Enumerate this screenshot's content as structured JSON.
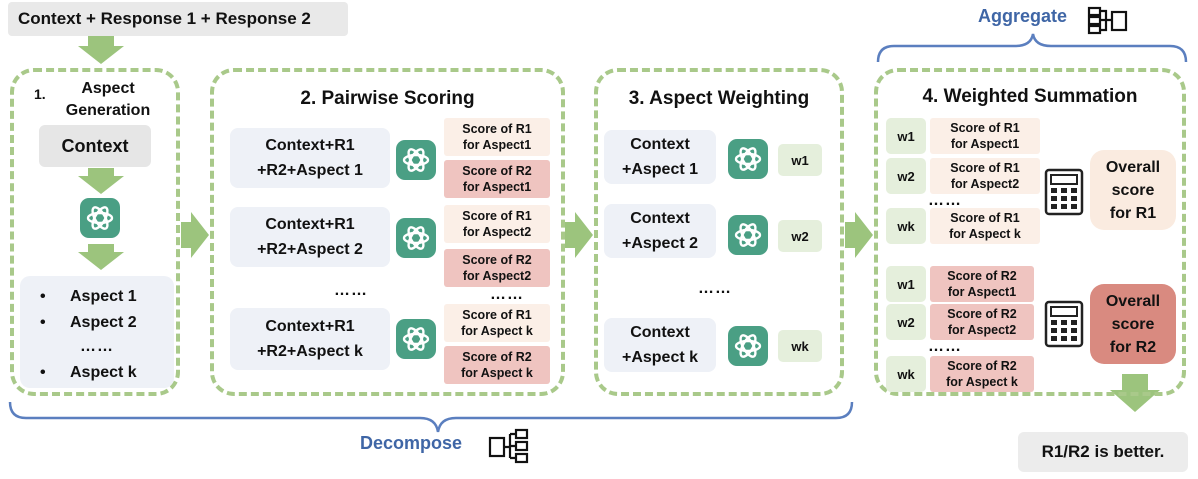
{
  "input_label": "Context + Response 1 + Response 2",
  "aggregate_label": "Aggregate",
  "decompose_label": "Decompose",
  "result_label": "R1/R2 is better.",
  "stage1": {
    "number": "1.",
    "title_line1": "Aspect",
    "title_line2": "Generation",
    "context_label": "Context",
    "aspects": [
      "Aspect 1",
      "Aspect 2",
      "Aspect k"
    ],
    "ellipsis": "……"
  },
  "stage2": {
    "title": "2. Pairwise Scoring",
    "rows": [
      {
        "line1": "Context+R1",
        "line2": "+R2+Aspect 1",
        "s1a": "Score of R1",
        "s1b": "for Aspect1",
        "s2a": "Score of R2",
        "s2b": "for Aspect1"
      },
      {
        "line1": "Context+R1",
        "line2": "+R2+Aspect 2",
        "s1a": "Score of R1",
        "s1b": "for Aspect2",
        "s2a": "Score of R2",
        "s2b": "for Aspect2"
      },
      {
        "line1": "Context+R1",
        "line2": "+R2+Aspect k",
        "s1a": "Score of R1",
        "s1b": "for Aspect k",
        "s2a": "Score of R2",
        "s2b": "for Aspect k"
      }
    ],
    "dots_left": "……",
    "dots_right": "……"
  },
  "stage3": {
    "title": "3. Aspect Weighting",
    "rows": [
      {
        "line1": "Context",
        "line2": "+Aspect 1",
        "w": "w1"
      },
      {
        "line1": "Context",
        "line2": "+Aspect 2",
        "w": "w2"
      },
      {
        "line1": "Context",
        "line2": "+Aspect k",
        "w": "wk"
      }
    ],
    "dots": "……"
  },
  "stage4": {
    "title": "4. Weighted Summation",
    "r1_rows": [
      {
        "w": "w1",
        "a": "Score of R1",
        "b": "for Aspect1"
      },
      {
        "w": "w2",
        "a": "Score of R1",
        "b": "for Aspect2"
      },
      {
        "w": "wk",
        "a": "Score of R1",
        "b": "for Aspect k"
      }
    ],
    "r2_rows": [
      {
        "w": "w1",
        "a": "Score of R2",
        "b": "for Aspect1"
      },
      {
        "w": "w2",
        "a": "Score of R2",
        "b": "for Aspect2"
      },
      {
        "w": "wk",
        "a": "Score of R2",
        "b": "for Aspect k"
      }
    ],
    "dots_r1": "……",
    "dots_r2": "……",
    "overall_r1": [
      "Overall",
      "score",
      "for R1"
    ],
    "overall_r2": [
      "Overall",
      "score",
      "for R2"
    ]
  },
  "colors": {
    "dashed_border": "#a9c98a",
    "arrow": "#9cc47d",
    "bracket": "#5b7fbf",
    "gpt": "#4a9f84",
    "score_r1": "#fbefe7",
    "score_r2": "#efc4c0",
    "weight": "#e5efdc",
    "overall_r1": "#faebe0",
    "overall_r2": "#d98a80"
  }
}
